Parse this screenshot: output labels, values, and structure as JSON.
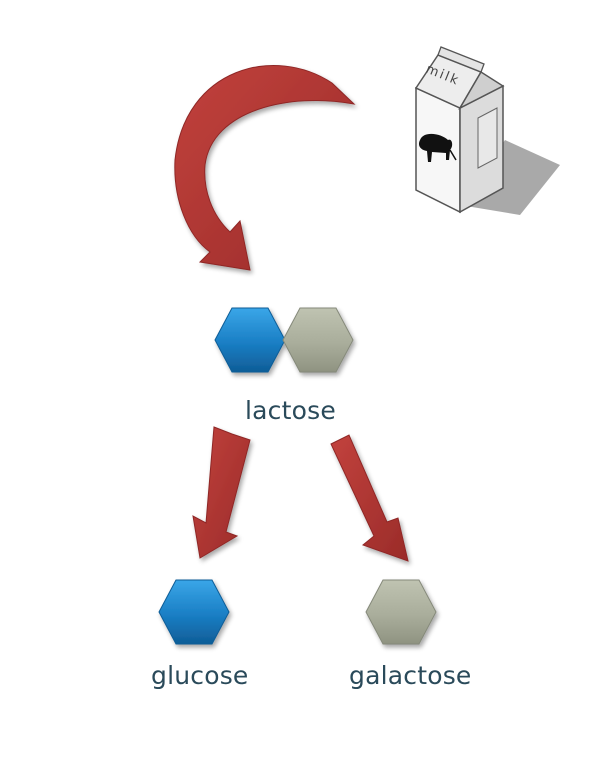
{
  "carton": {
    "text": "milk"
  },
  "molecules": {
    "lactose": "lactose",
    "glucose": "glucose",
    "galactose": "galactose"
  },
  "colors": {
    "glucose_hex": "#1a7ec4",
    "galactose_hex": "#a9ad9b",
    "arrow": "#b03532"
  }
}
